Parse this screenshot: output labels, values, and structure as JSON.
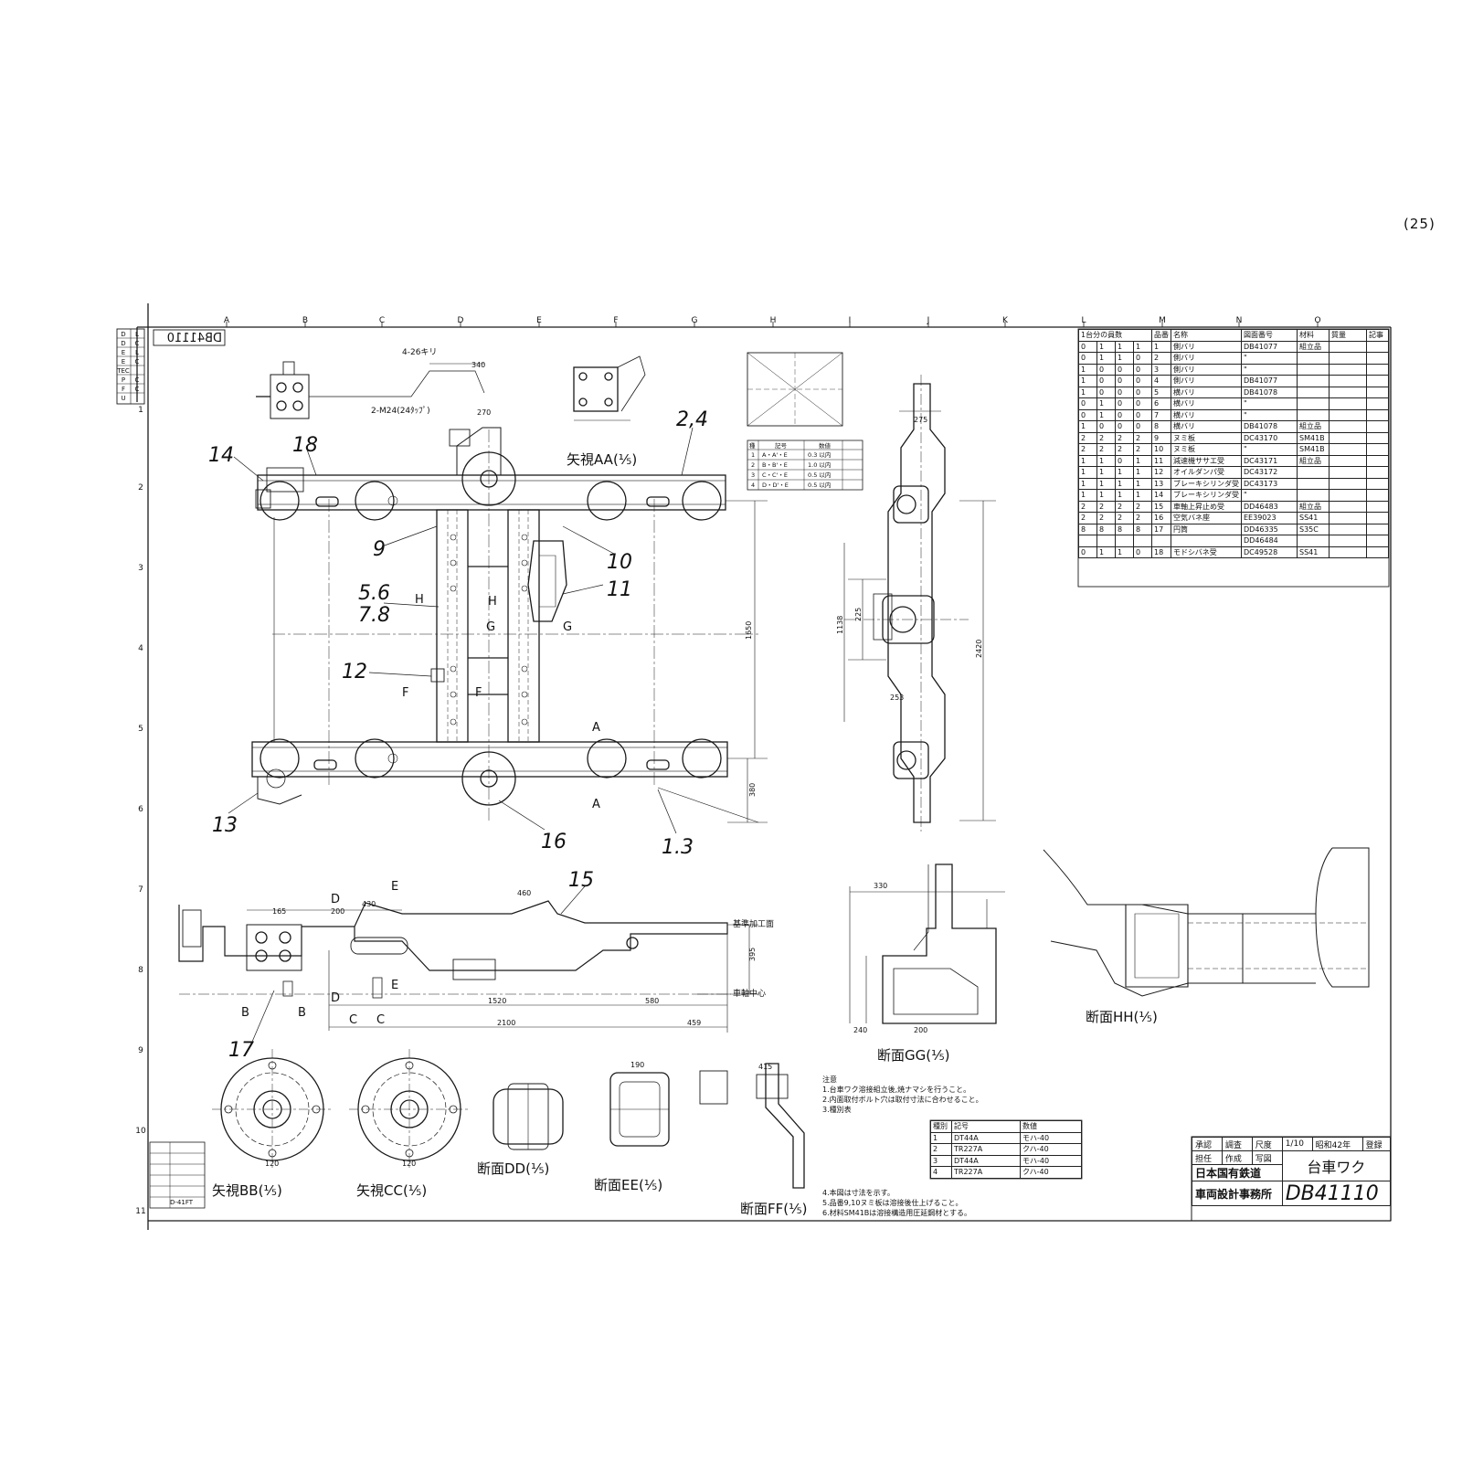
{
  "page_number": "(25)",
  "drawing_number": "DB41110",
  "drawing_number_mirror": "DB41110",
  "title": "台車ワク",
  "org_line1": "日本国有鉄道",
  "org_line2": "車両設計事務所",
  "grid_columns": [
    "A",
    "B",
    "C",
    "D",
    "E",
    "F",
    "G",
    "H",
    "I",
    "J",
    "K",
    "L",
    "M",
    "N",
    "O"
  ],
  "grid_rows": [
    "1",
    "2",
    "3",
    "4",
    "5",
    "6",
    "7",
    "8",
    "9",
    "10",
    "11"
  ],
  "revision_letters": [
    "D",
    "D",
    "E",
    "E",
    "TEC",
    "P",
    "F",
    "U"
  ],
  "revision_letters2": [
    "L",
    "C",
    "L",
    "C",
    "",
    "C",
    "C",
    ""
  ],
  "callouts": [
    "14",
    "18",
    "2,4",
    "9",
    "10",
    "11",
    "5.6",
    "7.8",
    "12",
    "13",
    "16",
    "1.3",
    "15",
    "17"
  ],
  "section_labels": {
    "aa": "矢視AA(⅕)",
    "bb": "矢視BB(⅕)",
    "cc": "矢視CC(⅕)",
    "dd": "断面DD(⅕)",
    "ee": "断面EE(⅕)",
    "ff": "断面FF(⅕)",
    "gg": "断面GG(⅕)",
    "hh": "断面HH(⅕)"
  },
  "section_markers": [
    "A",
    "A",
    "B",
    "B",
    "C",
    "C",
    "D",
    "D",
    "E",
    "E",
    "F",
    "F",
    "G",
    "G",
    "H",
    "H"
  ],
  "dimensions": {
    "d340": "340",
    "d270": "270",
    "d2100": "2100",
    "d1520": "1520",
    "d459": "459",
    "d460": "460",
    "d430": "430",
    "d200": "200",
    "d165": "165",
    "d395": "395",
    "d1650": "1650",
    "d2420": "2420",
    "d1138": "1138",
    "d330": "330",
    "d200b": "200",
    "d190": "190",
    "d120": "120",
    "d120b": "120",
    "d225": "225",
    "d275": "275",
    "d253": "253",
    "d380": "380",
    "d580": "580",
    "d415": "415",
    "d240": "240"
  },
  "text_notes": {
    "ref_plane": "基準加工面",
    "axle_center": "車軸中心",
    "mount_note": "4-26キリ",
    "mount_note2": "2-M24(24ﾀｯﾌﾟ)"
  },
  "parts_table": {
    "headers": [
      "1台分の員数",
      "",
      "",
      "",
      "品番",
      "名称",
      "図面番号",
      "材料",
      "質量",
      "記事"
    ],
    "rows": [
      [
        "0",
        "1",
        "1",
        "1",
        "1",
        "側バリ",
        "DB41077",
        "組立品"
      ],
      [
        "0",
        "1",
        "1",
        "0",
        "2",
        "側バリ",
        "\"",
        ""
      ],
      [
        "1",
        "0",
        "0",
        "0",
        "3",
        "側バリ",
        "\"",
        ""
      ],
      [
        "1",
        "0",
        "0",
        "0",
        "4",
        "側バリ",
        "DB41077",
        ""
      ],
      [
        "1",
        "0",
        "0",
        "0",
        "5",
        "横バリ",
        "DB41078",
        ""
      ],
      [
        "0",
        "1",
        "0",
        "0",
        "6",
        "横バリ",
        "\"",
        ""
      ],
      [
        "0",
        "1",
        "0",
        "0",
        "7",
        "横バリ",
        "\"",
        ""
      ],
      [
        "1",
        "0",
        "0",
        "0",
        "8",
        "横バリ",
        "DB41078",
        "組立品"
      ],
      [
        "2",
        "2",
        "2",
        "2",
        "9",
        "ヌミ板",
        "DC43170",
        "SM41B"
      ],
      [
        "2",
        "2",
        "2",
        "2",
        "10",
        "ヌミ板",
        "\"",
        "SM41B"
      ],
      [
        "1",
        "1",
        "0",
        "1",
        "11",
        "減速機ササエ受",
        "DC43171",
        "組立品"
      ],
      [
        "1",
        "1",
        "1",
        "1",
        "12",
        "オイルダンパ受",
        "DC43172",
        ""
      ],
      [
        "1",
        "1",
        "1",
        "1",
        "13",
        "ブレーキシリンダ受",
        "DC43173",
        ""
      ],
      [
        "1",
        "1",
        "1",
        "1",
        "14",
        "ブレーキシリンダ受",
        "\"",
        ""
      ],
      [
        "2",
        "2",
        "2",
        "2",
        "15",
        "車軸上昇止め受",
        "DD46483",
        "組立品"
      ],
      [
        "2",
        "2",
        "2",
        "2",
        "16",
        "空気バネ座",
        "EE39023",
        "SS41"
      ],
      [
        "8",
        "8",
        "8",
        "8",
        "17",
        "円筒",
        "DD46335",
        "S35C"
      ],
      [
        "",
        "",
        "",
        "",
        "",
        "",
        "DD46484",
        ""
      ],
      [
        "0",
        "1",
        "1",
        "0",
        "18",
        "モドシバネ受",
        "DC49528",
        "SS41"
      ]
    ]
  },
  "title_block": {
    "approve": "承認",
    "check": "調査",
    "scale": "尺度",
    "scale_val": "1/10",
    "date": "昭和42年",
    "charge": "担任",
    "drawn": "作成",
    "traced": "写図",
    "reg": "登録"
  },
  "notes": {
    "heading": "注意",
    "l1": "1.台車ワク溶接組立後,焼ナマシを行うこと。",
    "l2": "2.内面取付ボルト穴は取付寸法に合わせること。",
    "l3": "3.種別表",
    "l4": "4.本図は寸法を示す。",
    "l5": "5.品番9,10ヌミ板は溶接後仕上げること。",
    "l6": "6.材料SM41Bは溶接構造用圧延鋼材とする。"
  },
  "type_table": {
    "headers": [
      "種別",
      "記号",
      "数値"
    ],
    "rows": [
      [
        "1",
        "DT44A",
        "モハ-40"
      ],
      [
        "2",
        "TR227A",
        "クハ-40"
      ],
      [
        "3",
        "DT44A",
        "モハ-40"
      ],
      [
        "4",
        "TR227A",
        "クハ-40"
      ]
    ]
  },
  "small_table": {
    "headers": [
      "種",
      "記号",
      "数値"
    ],
    "rows": [
      [
        "1",
        "A・A'・E",
        "0.3 以内"
      ],
      [
        "2",
        "B・B'・E",
        "1.0 以内"
      ],
      [
        "3",
        "C・C'・E",
        "0.5 以内"
      ],
      [
        "4",
        "D・D'・E",
        "0.5 以内"
      ]
    ]
  },
  "mini_box": {
    "code": "D-41FT"
  }
}
